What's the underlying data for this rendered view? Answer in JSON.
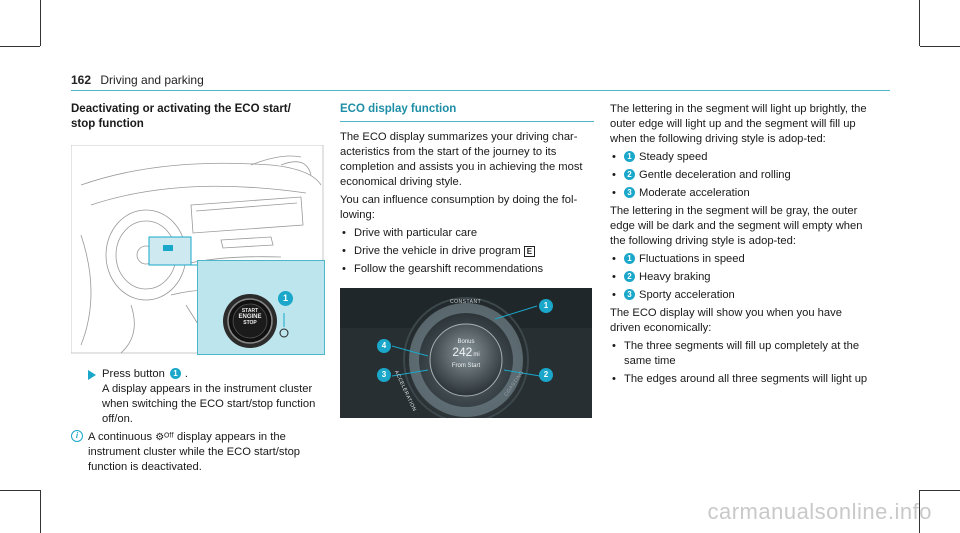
{
  "header": {
    "page_number": "162",
    "section": "Driving and parking"
  },
  "col1": {
    "heading": "Deactivating or activating the ECO start/\nstop function",
    "step": {
      "prefix": "Press button",
      "num": "1",
      "suffix": ".",
      "line2": "A display appears in the instrument cluster when switching the ECO start/stop function off/on."
    },
    "note": {
      "prefix": "A continuous",
      "suffix": "display appears in the instrument cluster while the ECO start/stop function is deactivated."
    },
    "figure": {
      "callout": "1",
      "button_line1": "START",
      "button_line2": "ENGINE",
      "button_line3": "STOP"
    }
  },
  "col2": {
    "heading": "ECO display function",
    "p1": "The ECO display summarizes your driving char-acteristics from the start of the journey to its completion and assists you in achieving the most economical driving style.",
    "p2": "You can influence consumption by doing the fol-lowing:",
    "bullets": [
      "Drive with particular care",
      "Drive the vehicle in drive program",
      "Follow the gearshift recommendations"
    ],
    "program_badge": "E",
    "figure": {
      "constant": "CONSTANT",
      "acceleration": "ACCELERATION",
      "coasting": "COASTING",
      "bonus": "Bonus",
      "value": "242",
      "unit": "mi",
      "from": "From Start",
      "callouts": [
        "1",
        "2",
        "3",
        "4"
      ]
    }
  },
  "col3": {
    "p1": "The lettering in the segment will light up brightly, the outer edge will light up and the segment will fill up when the following driving style is adop-ted:",
    "list1": [
      {
        "num": "1",
        "text": "Steady speed"
      },
      {
        "num": "2",
        "text": "Gentle deceleration and rolling"
      },
      {
        "num": "3",
        "text": "Moderate acceleration"
      }
    ],
    "p2": "The lettering in the segment will be gray, the outer edge will be dark and the segment will empty when the following driving style is adop-ted:",
    "list2": [
      {
        "num": "1",
        "text": "Fluctuations in speed"
      },
      {
        "num": "2",
        "text": "Heavy braking"
      },
      {
        "num": "3",
        "text": "Sporty acceleration"
      }
    ],
    "p3": "The ECO display will show you when you have driven economically:",
    "bullets": [
      "The three segments will fill up completely at the same time",
      "The edges around all three segments will light up"
    ]
  },
  "watermark": "carmanualsonline.info",
  "colors": {
    "accent": "#1aa7c9",
    "rule": "#4fb6c8",
    "heading": "#1d8ea6"
  }
}
